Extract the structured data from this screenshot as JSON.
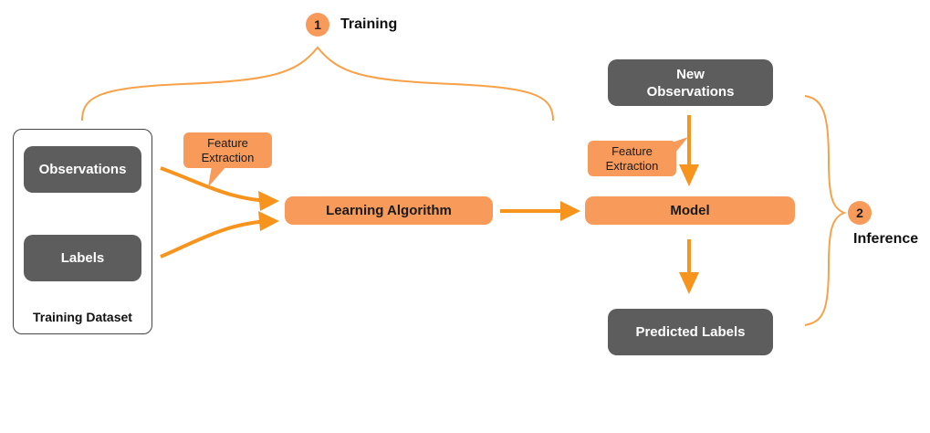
{
  "training": {
    "step_number": "1",
    "label": "Training"
  },
  "inference": {
    "step_number": "2",
    "label": "Inference"
  },
  "dataset": {
    "label": "Training Dataset",
    "observations": "Observations",
    "labels": "Labels"
  },
  "feature_extraction_left": {
    "line1": "Feature",
    "line2": "Extraction"
  },
  "feature_extraction_right": {
    "line1": "Feature",
    "line2": "Extraction"
  },
  "learning_algorithm": "Learning Algorithm",
  "model": "Model",
  "new_observations": {
    "line1": "New",
    "line2": "Observations"
  },
  "predicted_labels": "Predicted Labels",
  "colors": {
    "accent": "#f89b5a",
    "arrow": "#f7941d",
    "gray_box": "#5d5d5d",
    "brace": "#f7a24a"
  }
}
